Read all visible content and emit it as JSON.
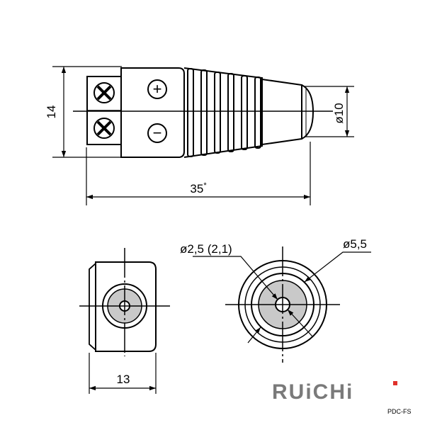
{
  "side_view": {
    "height_label": "14",
    "length_label": "35",
    "length_note": "*",
    "tip_diameter_label": "ø10",
    "plus_symbol": "+",
    "minus_symbol": "−"
  },
  "rear_view": {
    "width_label": "13"
  },
  "front_view": {
    "inner_diameter_label": "ø2,5 (2,1)",
    "outer_diameter_label": "ø5,5"
  },
  "brand": {
    "logo_text": "RUiCHi",
    "logo_color": "#7a7a7a",
    "accent_color": "#e0312b",
    "model": "PDC-FS"
  }
}
